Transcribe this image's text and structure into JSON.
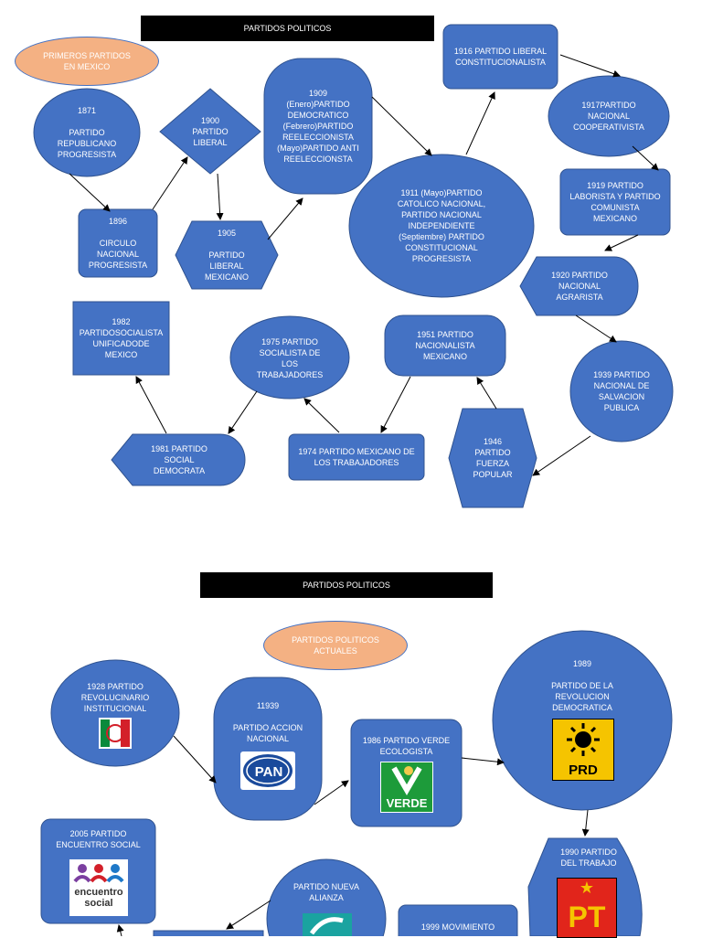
{
  "section1": {
    "title": "PARTIDOS POLITICOS",
    "label": "PRIMEROS PARTIDOS\nEN MEXICO",
    "nodes": [
      {
        "id": "n1871",
        "text": "1871\n\nPARTIDO\nREPUBLICANO\nPROGRESISTA"
      },
      {
        "id": "n1896",
        "text": "1896\n\nCIRCULO\nNACIONAL\nPROGRESISTA"
      },
      {
        "id": "n1900",
        "text": "1900\nPARTIDO\nLIBERAL"
      },
      {
        "id": "n1905",
        "text": "1905\n\nPARTIDO\nLIBERAL\nMEXICANO"
      },
      {
        "id": "n1909",
        "text": "1909\n(Enero)PARTIDO\nDEMOCRATICO\n(Febrero)PARTIDO\nREELECCIONISTA\n(Mayo)PARTIDO ANTI\nREELECCIONSTA"
      },
      {
        "id": "n1911",
        "text": "1911 (Mayo)PARTIDO\nCATOLICO NACIONAL,\nPARTIDO NACIONAL\nINDEPENDIENTE\n(Septiembre) PARTIDO\nCONSTITUCIONAL\nPROGRESISTA"
      },
      {
        "id": "n1916",
        "text": "1916 PARTIDO LIBERAL\nCONSTITUCIONALISTA"
      },
      {
        "id": "n1917",
        "text": "1917PARTIDO\nNACIONAL\nCOOPERATIVISTA"
      },
      {
        "id": "n1919",
        "text": "1919 PARTIDO\nLABORISTA Y PARTIDO\nCOMUNISTA\nMEXICANO"
      },
      {
        "id": "n1920",
        "text": "1920 PARTIDO\nNACIONAL\nAGRARISTA"
      },
      {
        "id": "n1939",
        "text": "1939 PARTIDO\nNACIONAL DE\nSALVACION\nPUBLICA"
      },
      {
        "id": "n1946",
        "text": "1946\nPARTIDO\nFUERZA\nPOPULAR"
      },
      {
        "id": "n1951",
        "text": "1951 PARTIDO\nNACIONALISTA\nMEXICANO"
      },
      {
        "id": "n1974",
        "text": "1974 PARTIDO MEXICANO DE\nLOS TRABAJADORES"
      },
      {
        "id": "n1975",
        "text": "1975 PARTIDO\nSOCIALISTA DE\nLOS\nTRABAJADORES"
      },
      {
        "id": "n1981",
        "text": "1981 PARTIDO\nSOCIAL\nDEMOCRATA"
      },
      {
        "id": "n1982",
        "text": "1982\nPARTIDOSOCIALISTA\nUNIFICADODE\nMEXICO"
      }
    ]
  },
  "section2": {
    "title": "PARTIDOS POLITICOS",
    "label": "PARTIDOS POLITICOS\nACTUALES",
    "nodes": [
      {
        "id": "n1928",
        "text": "1928 PARTIDO\nREVOLUCINARIO\nINSTITUCIONAL",
        "logo": "PRI"
      },
      {
        "id": "n11939",
        "text": "11939\n\nPARTIDO ACCION\nNACIONAL",
        "logo": "PAN"
      },
      {
        "id": "n1986",
        "text": "1986 PARTIDO VERDE\nECOLOGISTA",
        "logo": "VERDE"
      },
      {
        "id": "n1989",
        "text": "1989\n\nPARTIDO DE LA\nREVOLUCION\nDEMOCRATICA",
        "logo": "PRD"
      },
      {
        "id": "n1990",
        "text": "1990 PARTIDO\nDEL TRABAJO",
        "logo": "PT"
      },
      {
        "id": "n2005",
        "text": "2005 PARTIDO\nENCUENTRO SOCIAL",
        "logo": "encuentro\nsocial"
      },
      {
        "id": "nAlianza",
        "text": "PARTIDO NUEVA\nALIANZA"
      },
      {
        "id": "n1999",
        "text": "1999 MOVIMIENTO"
      }
    ]
  },
  "colors": {
    "node_fill": "#4472c4",
    "node_stroke": "#2f528f",
    "label_fill": "#f4b183",
    "title_fill": "#000000",
    "arrow": "#000000"
  }
}
